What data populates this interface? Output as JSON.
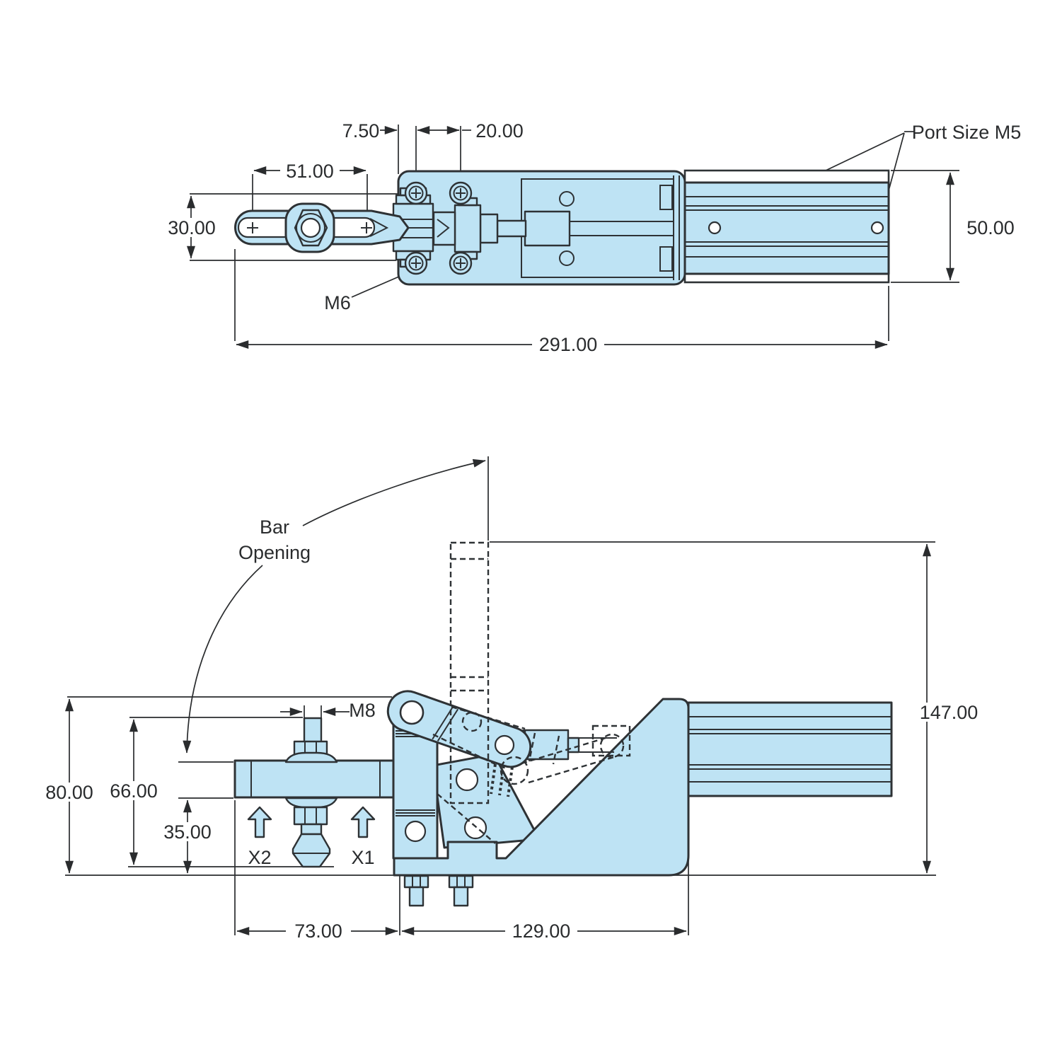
{
  "drawing": {
    "type": "technical-dimension-drawing",
    "subject": "pneumatic toggle clamp, top view and side view",
    "colors": {
      "part_fill": "#BEE3F4",
      "outline": "#2E3235",
      "dim_line": "#2A2C2E",
      "text": "#2A2C2E",
      "background": "#FFFFFF"
    },
    "top_view": {
      "dim_port_offset": "7.50",
      "dim_bolt_spacing": "20.00",
      "dim_slot_length": "51.00",
      "dim_arm_width": "30.00",
      "dim_cylinder_height": "50.00",
      "dim_overall_length": "291.00",
      "label_port": "Port Size M5",
      "label_mount_thread": "M6"
    },
    "side_view": {
      "dim_total_height": "147.00",
      "dim_body_height": "80.00",
      "dim_spindle_length": "66.00",
      "dim_under_arm": "35.00",
      "dim_arm_reach": "73.00",
      "dim_base_length": "129.00",
      "label_spindle_thread": "M8",
      "label_bar_opening_line1": "Bar",
      "label_bar_opening_line2": "Opening",
      "label_sensor_x1": "X1",
      "label_sensor_x2": "X2"
    }
  }
}
